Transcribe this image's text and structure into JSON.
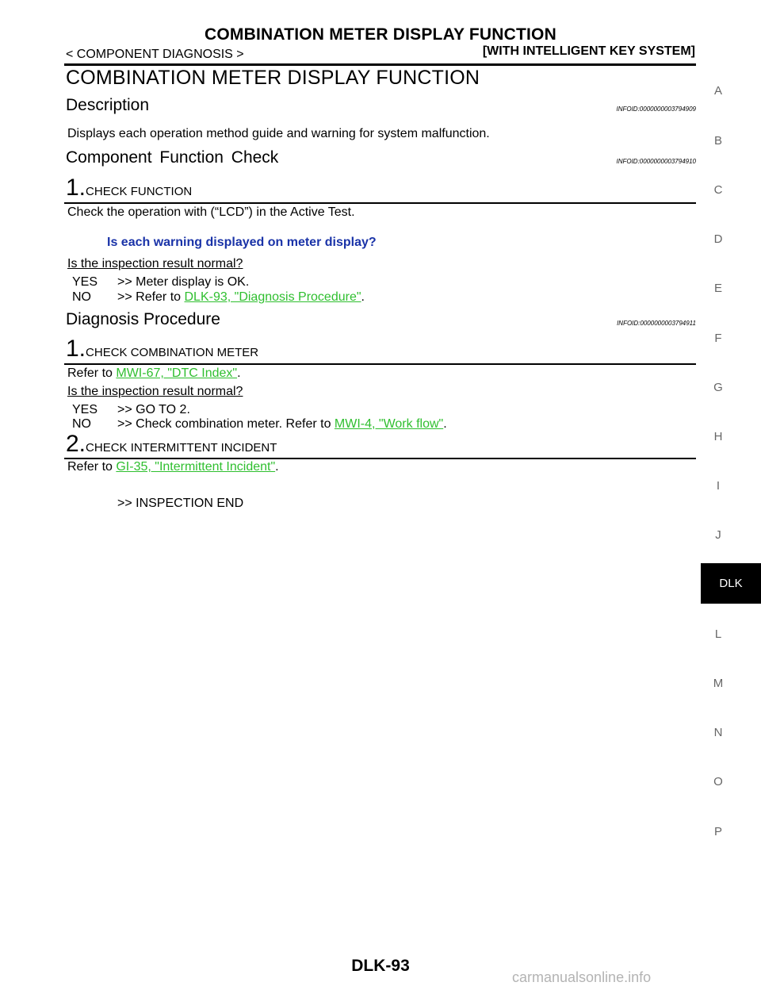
{
  "header": {
    "title": "COMBINATION METER DISPLAY FUNCTION",
    "breadcrumb": "< COMPONENT DIAGNOSIS >",
    "system": "[WITH INTELLIGENT KEY SYSTEM]"
  },
  "page_title": "COMBINATION METER DISPLAY FUNCTION",
  "description": {
    "heading": "Description",
    "infoid": "INFOID:0000000003794909",
    "text": "Displays each operation method guide and warning for system malfunction."
  },
  "component_check": {
    "heading": "Component Function Check",
    "infoid": "INFOID:0000000003794910",
    "step1": {
      "number": "1.",
      "title": "CHECK FUNCTION",
      "text": "Check the operation with (“LCD”) in the Active Test.",
      "question": "Is each warning displayed on meter display?",
      "inspection": "Is the inspection result normal?",
      "yes_label": "YES",
      "yes_text": ">> Meter display is OK.",
      "no_label": "NO",
      "no_prefix": ">> Refer to ",
      "no_link": "DLK-93, \"Diagnosis Procedure\"",
      "no_suffix": "."
    }
  },
  "diagnosis": {
    "heading": "Diagnosis Procedure",
    "infoid": "INFOID:0000000003794911",
    "step1": {
      "number": "1.",
      "title": "CHECK COMBINATION METER",
      "refer_prefix": "Refer to ",
      "refer_link": "MWI-67, \"DTC Index\"",
      "refer_suffix": ".",
      "inspection": "Is the inspection result normal?",
      "yes_label": "YES",
      "yes_text": ">> GO TO 2.",
      "no_label": "NO",
      "no_prefix": ">> Check combination meter. Refer to ",
      "no_link": "MWI-4, \"Work flow\"",
      "no_suffix": "."
    },
    "step2": {
      "number": "2.",
      "title": "CHECK INTERMITTENT INCIDENT",
      "refer_prefix": "Refer to ",
      "refer_link": "GI-35, \"Intermittent Incident\"",
      "refer_suffix": ".",
      "end": ">> INSPECTION END"
    }
  },
  "side_tabs": {
    "a": "A",
    "b": "B",
    "c": "C",
    "d": "D",
    "e": "E",
    "f": "F",
    "g": "G",
    "h": "H",
    "i": "I",
    "j": "J",
    "active": "DLK",
    "l": "L",
    "m": "M",
    "n": "N",
    "o": "O",
    "p": "P"
  },
  "footer": {
    "page_number": "DLK-93",
    "watermark": "carmanualsonline.info"
  },
  "colors": {
    "question": "#1a33a8",
    "link": "#2fbf2f",
    "tab_active_bg": "#000000",
    "tab_letter": "#666666"
  }
}
